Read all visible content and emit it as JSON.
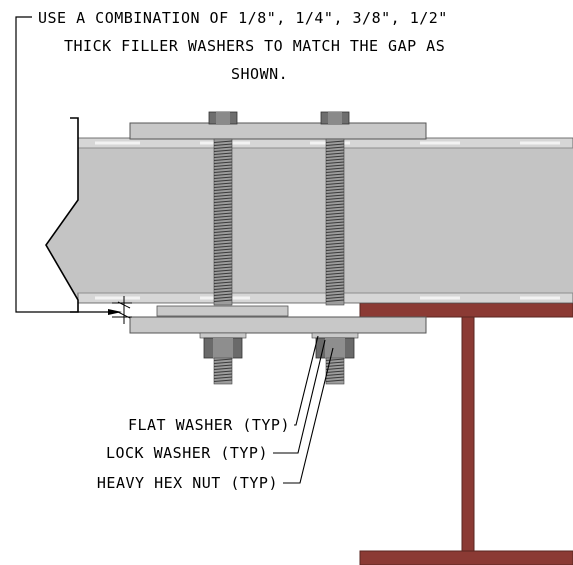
{
  "notes": {
    "filler_line1": "USE A COMBINATION OF 1/8\", 1/4\", 3/8\", 1/2\"",
    "filler_line2": "THICK FILLER WASHERS TO MATCH THE GAP AS",
    "filler_line3": "SHOWN.",
    "flat_washer": "FLAT WASHER (TYP)",
    "lock_washer": "LOCK WASHER (TYP)",
    "heavy_hex_nut": "HEAVY HEX NUT (TYP)"
  },
  "colors": {
    "beam_web": "#c4c4c4",
    "beam_flange": "#d2d2d2",
    "plate": "#bdbdbd",
    "steel_column": "#8b3a34",
    "nut": "#5a5a5a",
    "bolt": "#9a9a9a",
    "line": "#000000"
  }
}
